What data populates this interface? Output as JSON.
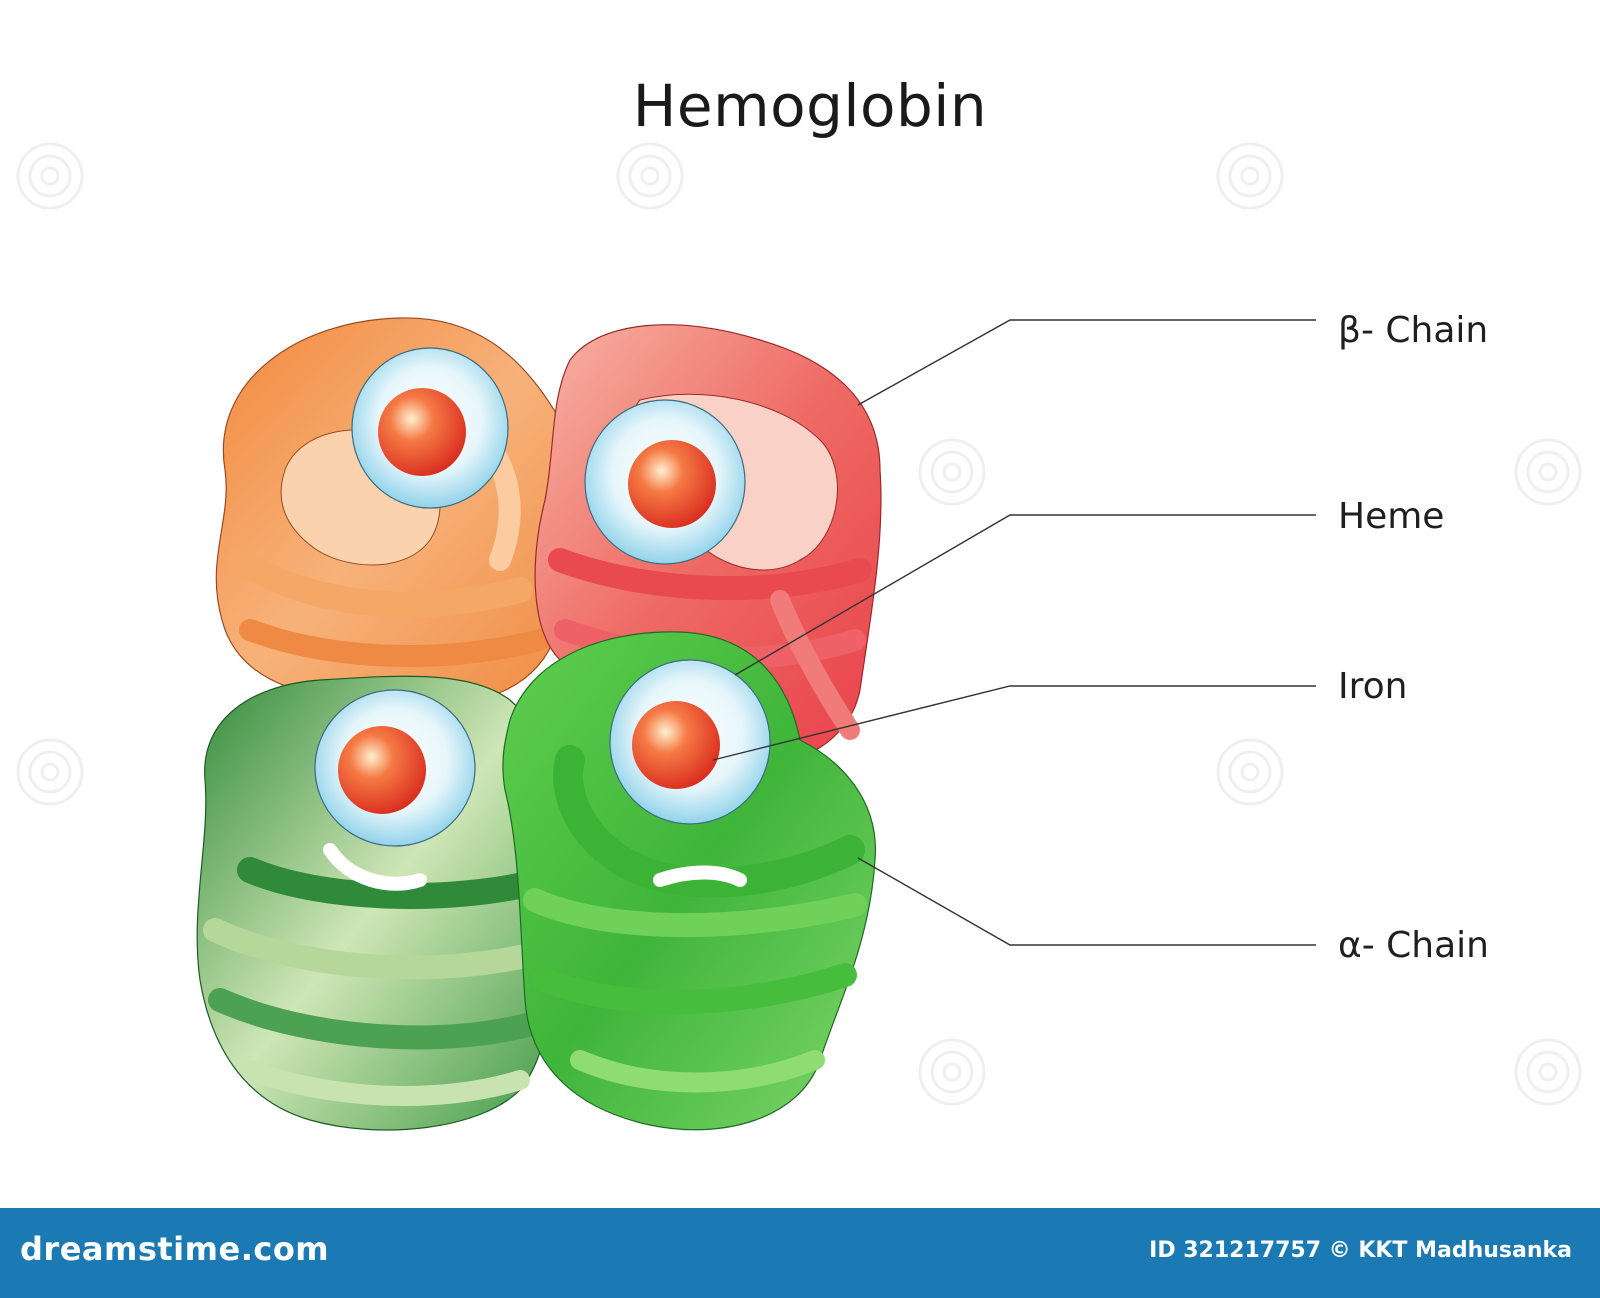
{
  "title": "Hemoglobin",
  "labels": {
    "beta_chain": "β- Chain",
    "heme": "Heme",
    "iron": "Iron",
    "alpha_chain": "α- Chain"
  },
  "colors": {
    "beta_chain_orange": "#f39a5a",
    "beta_chain_red": "#ee5d5b",
    "alpha_chain_dark_green": "#3a9a45",
    "alpha_chain_green": "#5ccb4c",
    "heme_ring": "#8fd3ea",
    "iron_core": "#ef4a2e",
    "footer_bar": "#1b7ab3"
  },
  "footer": {
    "brand": "dreamstime.com",
    "credit": "ID 321217757 © KKT Madhusanka"
  }
}
